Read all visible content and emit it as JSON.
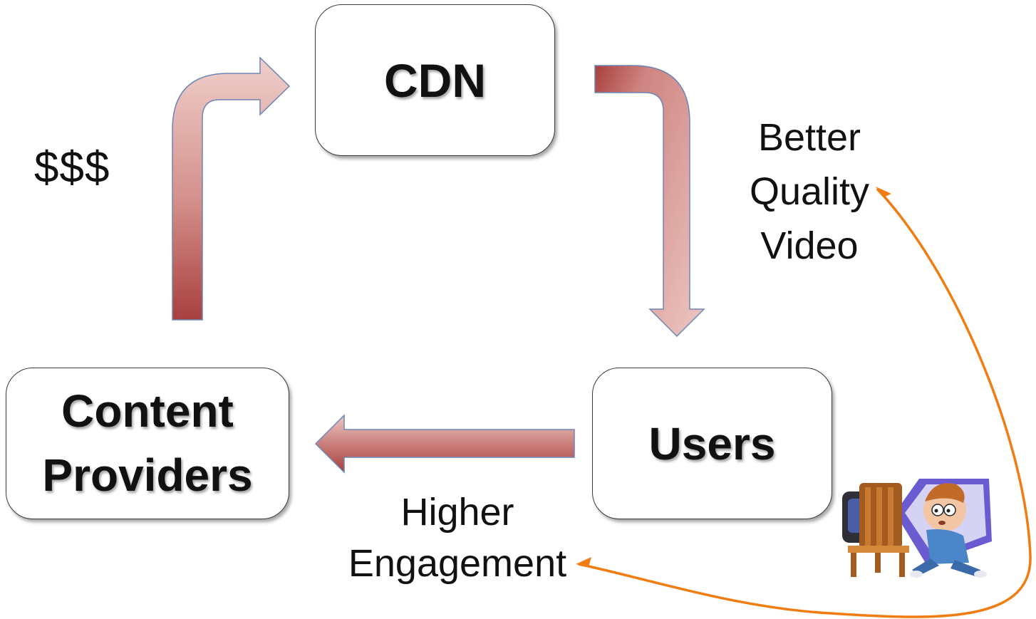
{
  "nodes": {
    "cdn": "CDN",
    "content_providers": [
      "Content",
      "Providers"
    ],
    "users": "Users"
  },
  "labels": {
    "money": "$$$",
    "better_quality_video": [
      "Better",
      "Quality",
      "Video"
    ],
    "higher_engagement": [
      "Higher",
      "Engagement"
    ]
  },
  "colors": {
    "block_arrow_dark": "#a8403e",
    "block_arrow_light": "#ecc7c3",
    "block_arrow_edge": "#6d86b3",
    "feedback_arrow": "#f07c12"
  },
  "icons": [
    "child-watching-tv-illustration"
  ]
}
